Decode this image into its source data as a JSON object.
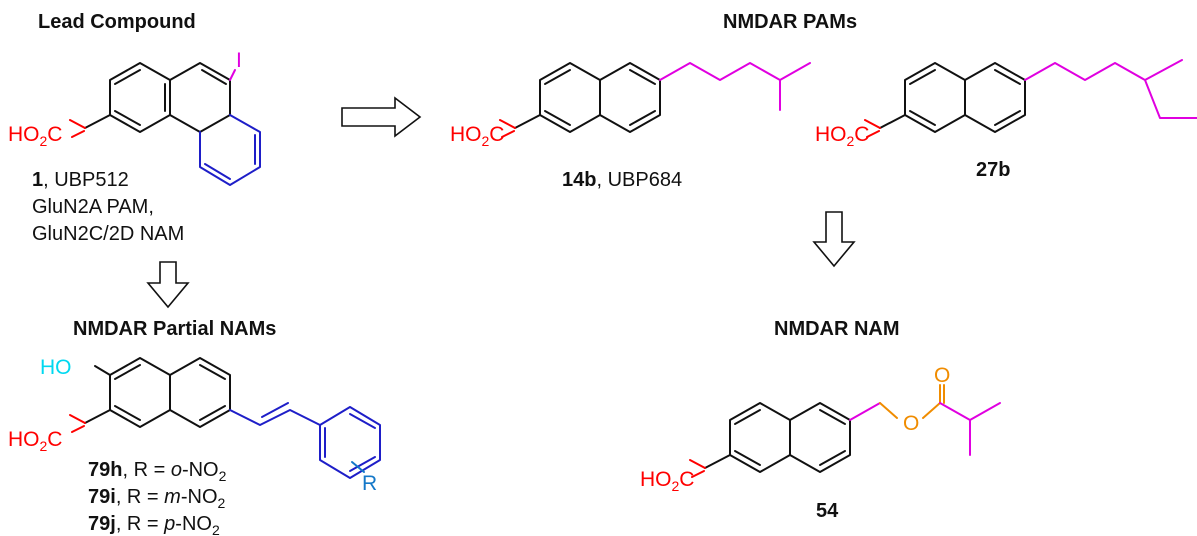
{
  "headings": {
    "lead": "Lead Compound",
    "pams": "NMDAR PAMs",
    "partial_nams": "NMDAR Partial NAMs",
    "nam": "NMDAR NAM"
  },
  "atoms": {
    "iodine": "I",
    "acid_prefix": "HO",
    "acid_sub": "2",
    "acid_suffix": "C",
    "hydroxyl": "HO",
    "oxygen": "O",
    "r_group": "R"
  },
  "compounds": {
    "c1": {
      "id": "1",
      "rest": ", UBP512",
      "line2": "GluN2A PAM,",
      "line3": "GluN2C/2D NAM"
    },
    "c14b": {
      "id": "14b",
      "rest": ", UBP684"
    },
    "c27b": {
      "id": "27b"
    },
    "c54": {
      "id": "54"
    },
    "c79h": {
      "id": "79h",
      "eq": ", R = ",
      "pos": "o",
      "group": "-NO",
      "sub": "2"
    },
    "c79i": {
      "id": "79i",
      "eq": ", R = ",
      "pos": "m",
      "group": "-NO",
      "sub": "2"
    },
    "c79j": {
      "id": "79j",
      "eq": ", R = ",
      "pos": "p",
      "group": "-NO",
      "sub": "2"
    }
  },
  "colors": {
    "bond": "#111111",
    "carboxylic_acid": "#ff0000",
    "alkyl_chain": "#e000e0",
    "aryl": "#1e1ec8",
    "hydroxyl": "#00d8f0",
    "ester": "#f08c00",
    "r_group": "#1478c8"
  }
}
